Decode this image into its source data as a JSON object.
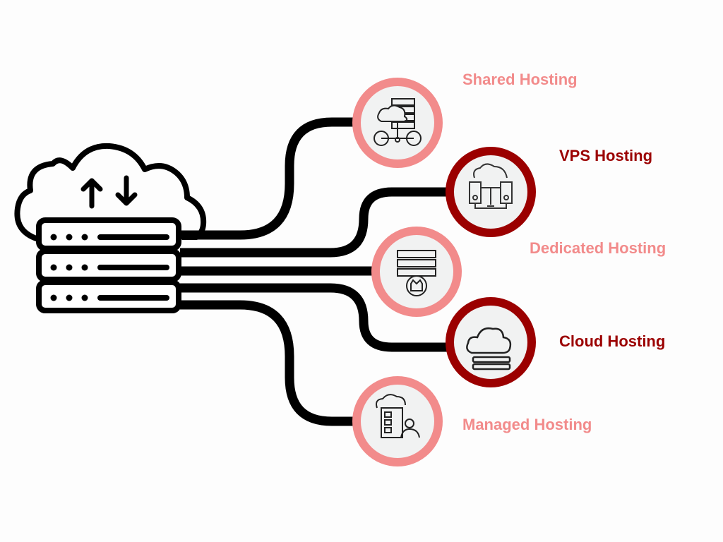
{
  "colors": {
    "light": "#f28b8b",
    "dark": "#9b0000",
    "line": "#000000",
    "fill": "#f1f2f2"
  },
  "items": [
    {
      "label": "Shared Hosting",
      "icon": "shared-hosting-icon",
      "tone": "light"
    },
    {
      "label": "VPS Hosting",
      "icon": "vps-hosting-icon",
      "tone": "dark"
    },
    {
      "label": "Dedicated Hosting",
      "icon": "dedicated-hosting-icon",
      "tone": "light"
    },
    {
      "label": "Cloud Hosting",
      "icon": "cloud-hosting-icon",
      "tone": "dark"
    },
    {
      "label": "Managed Hosting",
      "icon": "managed-hosting-icon",
      "tone": "light"
    }
  ]
}
